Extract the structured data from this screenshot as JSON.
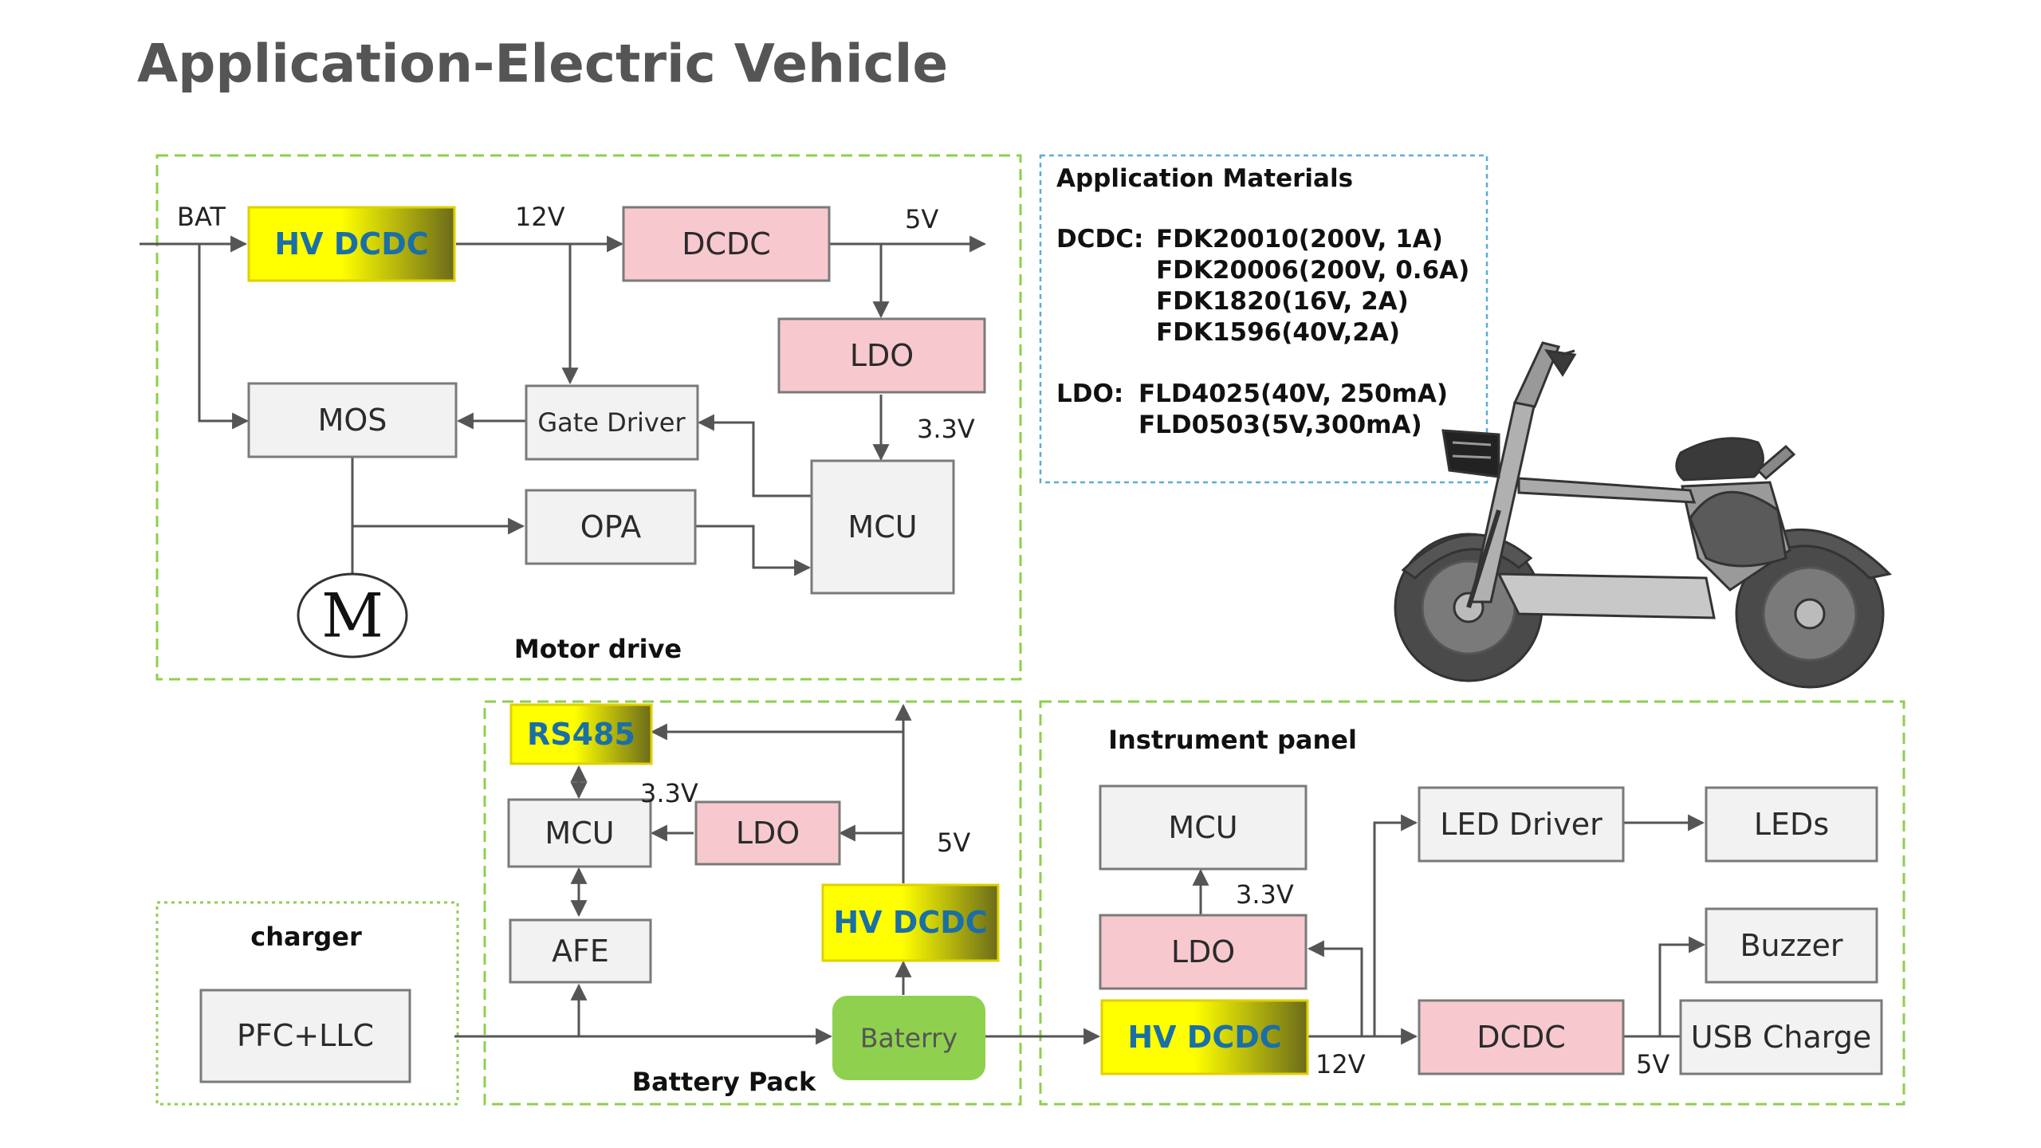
{
  "title": "Application-Electric Vehicle",
  "motor_drive": {
    "title": "Motor drive",
    "bat_label": "BAT",
    "hv_dcdc": "HV DCDC",
    "v12_label": "12V",
    "dcdc": "DCDC",
    "v5_label": "5V",
    "ldo": "LDO",
    "v33_label": "3.3V",
    "mos": "MOS",
    "gate_driver": "Gate Driver",
    "opa": "OPA",
    "mcu": "MCU",
    "motor_symbol": "M"
  },
  "materials": {
    "title": "Application Materials",
    "dcdc_label": "DCDC:",
    "dcdc_parts": [
      "FDK20010(200V, 1A)",
      "FDK20006(200V, 0.6A)",
      "FDK1820(16V, 2A)",
      "FDK1596(40V,2A)"
    ],
    "ldo_label": "LDO:",
    "ldo_parts": [
      "FLD4025(40V, 250mA)",
      "FLD0503(5V,300mA)"
    ]
  },
  "battery_pack": {
    "title": "Battery Pack",
    "rs485": "RS485",
    "v33_label": "3.3V",
    "mcu": "MCU",
    "ldo": "LDO",
    "v5_label": "5V",
    "hv_dcdc": "HV DCDC",
    "afe": "AFE",
    "battery": "Baterry"
  },
  "charger": {
    "title": "charger",
    "pfc_llc": "PFC+LLC"
  },
  "instrument_panel": {
    "title": "Instrument panel",
    "mcu": "MCU",
    "v33_label": "3.3V",
    "ldo": "LDO",
    "hv_dcdc": "HV DCDC",
    "v12_label": "12V",
    "led_driver": "LED Driver",
    "leds": "LEDs",
    "buzzer": "Buzzer",
    "dcdc": "DCDC",
    "v5_label": "5V",
    "usb_charge": "USB Charge"
  },
  "colors": {
    "region_border": "#8fcf4f",
    "info_border": "#5aaed6",
    "hv_gradient_start": "#ffff00",
    "hv_gradient_end": "#6b6b1a",
    "hv_text": "#1a6fa6",
    "pink_box": "#f7c9cf",
    "gray_box": "#f2f2f2",
    "battery_fill": "#8fd14f"
  }
}
